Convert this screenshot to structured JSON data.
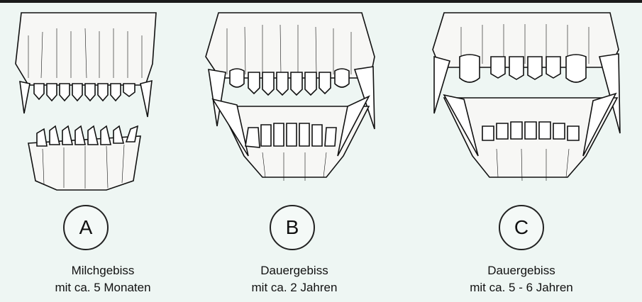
{
  "panels": [
    {
      "letter": "A",
      "line1": "Milchgebiss",
      "line2": "mit ca. 5 Monaten"
    },
    {
      "letter": "B",
      "line1": "Dauergebiss",
      "line2": "mit ca. 2 Jahren"
    },
    {
      "letter": "C",
      "line1": "Dauergebiss",
      "line2": "mit ca. 5 - 6 Jahren"
    }
  ],
  "colors": {
    "background": "#eef6f3",
    "ink": "#111111",
    "tooth": "#ffffff"
  }
}
